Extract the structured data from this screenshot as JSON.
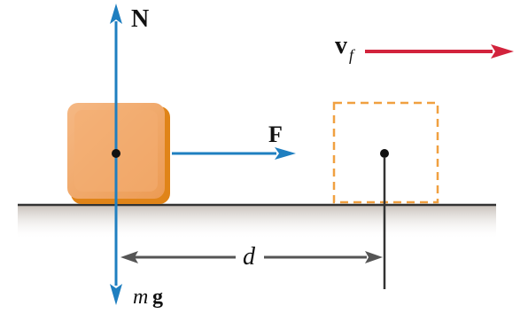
{
  "diagram": {
    "labels": {
      "normal_force": "N",
      "final_velocity_v": "v",
      "final_velocity_sub": "f",
      "applied_force": "F",
      "distance": "d",
      "weight_m": "m",
      "weight_g": "g"
    },
    "colors": {
      "block_fill": "#F0A868",
      "block_edge": "#E08418",
      "force_arrows": "#1F7FC0",
      "velocity_arrow": "#D2233C",
      "ghost_outline": "#F0A040",
      "ground": "#333333",
      "distance_arrow": "#555555"
    }
  }
}
